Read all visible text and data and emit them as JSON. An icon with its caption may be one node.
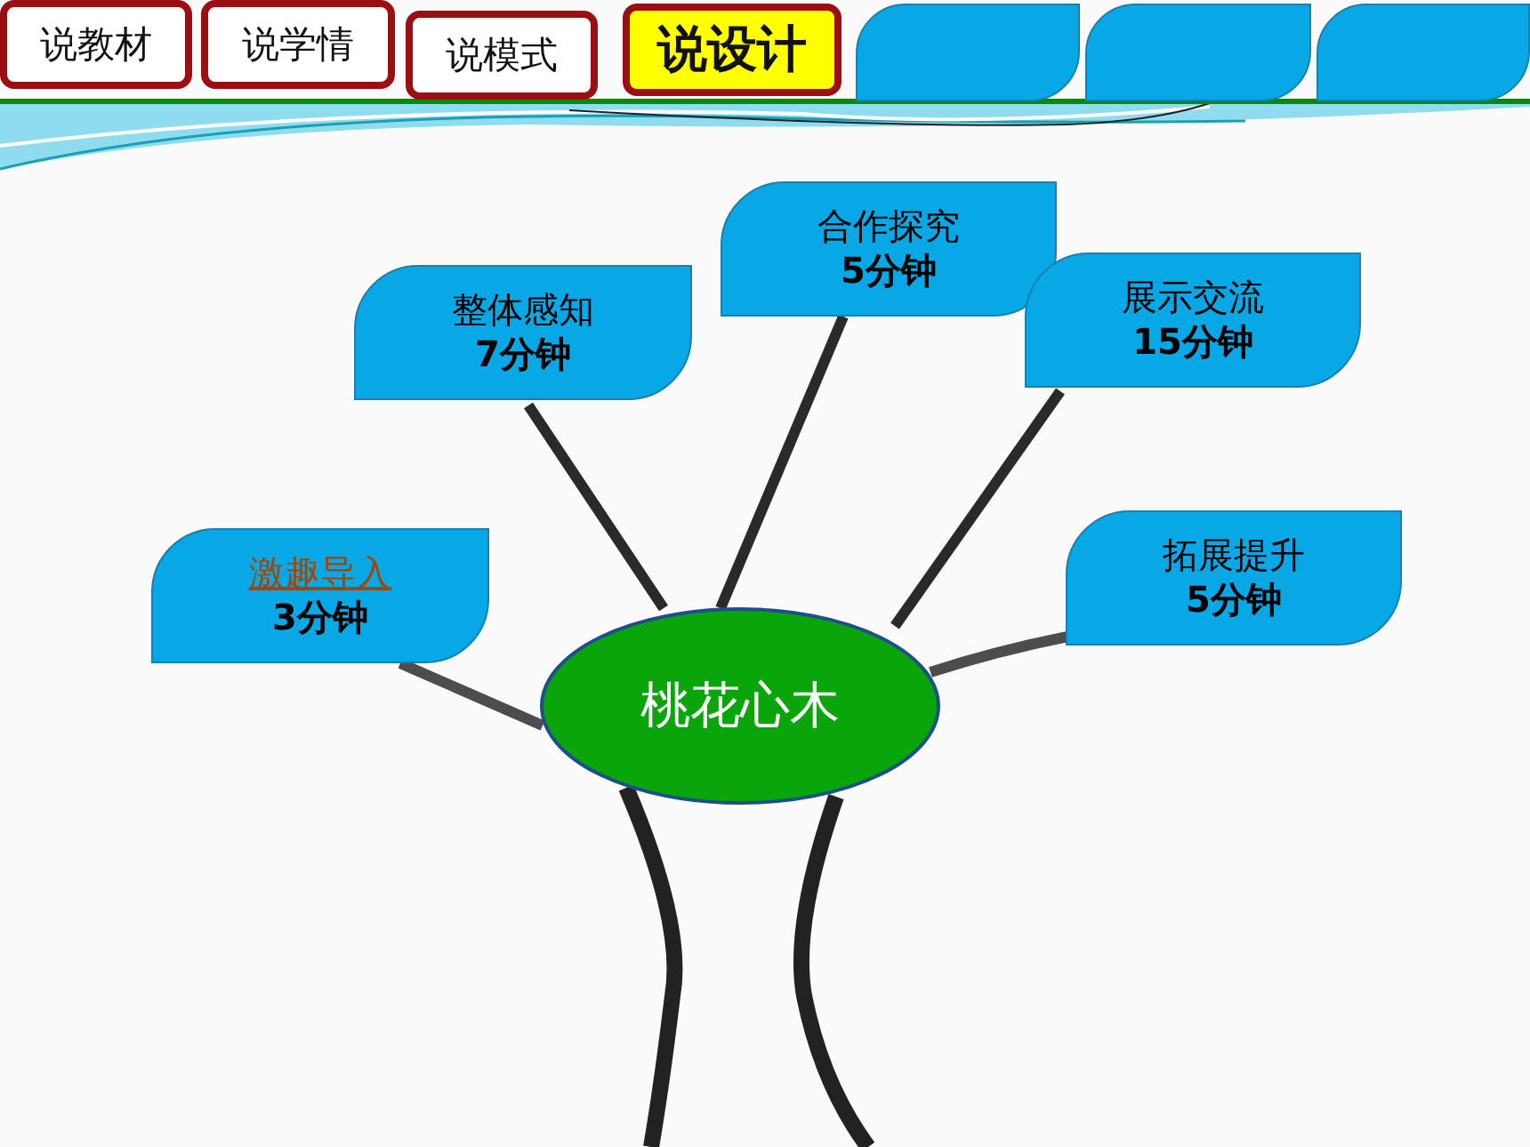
{
  "diagram": {
    "nodes": [
      {
        "text": [
          "说教材"
        ]
      },
      {
        "text": [
          "说学情"
        ]
      },
      {
        "text": [
          "说模式"
        ]
      },
      {
        "text": [
          "说设计"
        ]
      },
      {
        "text": [],
        "shape": "box"
      },
      {
        "text": [],
        "shape": "box"
      },
      {
        "text": [],
        "shape": "box"
      },
      {
        "text": [
          "桃花心木"
        ]
      },
      {
        "text": [
          "激趣导入",
          "3分钟"
        ]
      },
      {
        "text": [
          "整体感知",
          "7分钟"
        ]
      },
      {
        "text": [
          "合作探究",
          "5分钟"
        ]
      },
      {
        "text": [
          "展示交流",
          "15分钟"
        ]
      },
      {
        "text": [
          "拓展提升",
          "5分钟"
        ]
      }
    ],
    "edges": [
      {
        "from": 7,
        "to": 8,
        "arrow": "none",
        "color": "#4d4d4d"
      },
      {
        "from": 7,
        "to": 9,
        "arrow": "none"
      },
      {
        "from": 7,
        "to": 10,
        "arrow": "none"
      },
      {
        "from": 7,
        "to": 11,
        "arrow": "none"
      },
      {
        "from": 7,
        "to": 12,
        "arrow": "none",
        "color": "#4d4d4d"
      }
    ]
  }
}
